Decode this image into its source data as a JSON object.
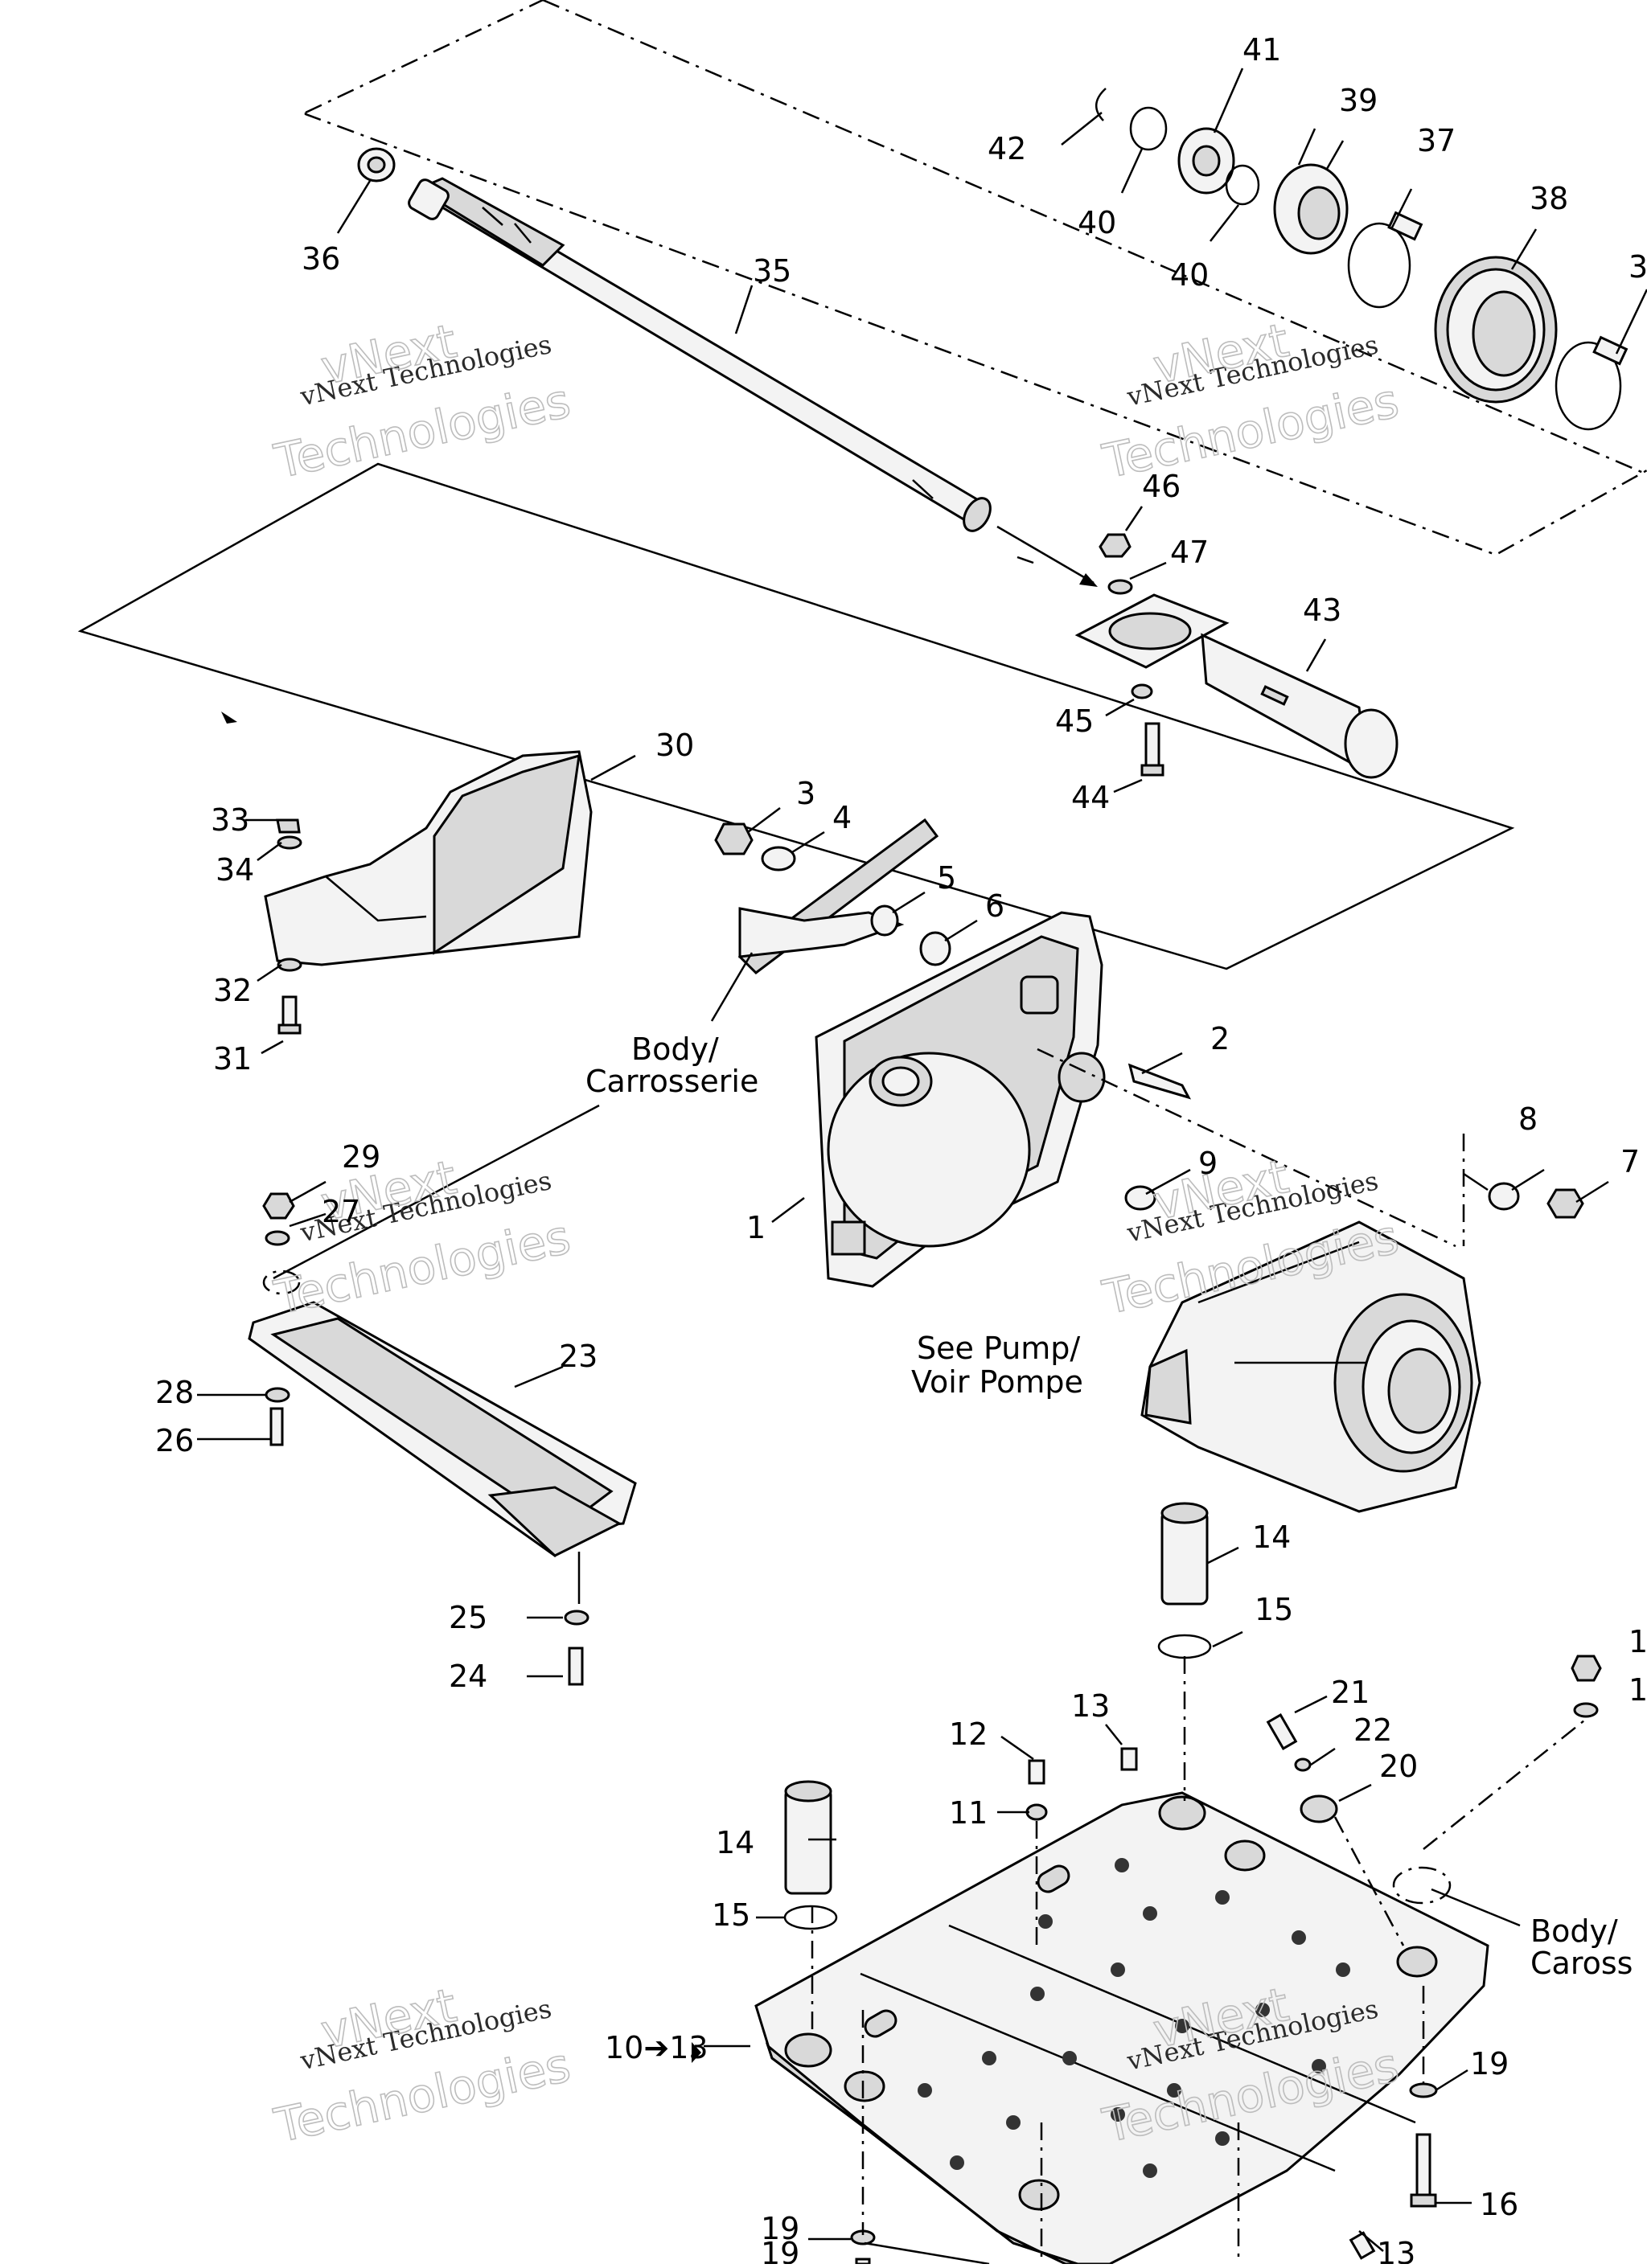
{
  "callouts": [
    {
      "id": "c1",
      "text": "1"
    },
    {
      "id": "c2",
      "text": "2"
    },
    {
      "id": "c3",
      "text": "3"
    },
    {
      "id": "c4",
      "text": "4"
    },
    {
      "id": "c5",
      "text": "5"
    },
    {
      "id": "c6",
      "text": "6"
    },
    {
      "id": "c7",
      "text": "7"
    },
    {
      "id": "c8",
      "text": "8"
    },
    {
      "id": "c9",
      "text": "9"
    },
    {
      "id": "c10to13",
      "text": "10➔13"
    },
    {
      "id": "c11",
      "text": "11"
    },
    {
      "id": "c12",
      "text": "12"
    },
    {
      "id": "c13a",
      "text": "13"
    },
    {
      "id": "c13b",
      "text": "13"
    },
    {
      "id": "c14a",
      "text": "14"
    },
    {
      "id": "c14b",
      "text": "14"
    },
    {
      "id": "c15a",
      "text": "15"
    },
    {
      "id": "c15b",
      "text": "15"
    },
    {
      "id": "c16",
      "text": "16"
    },
    {
      "id": "c17",
      "text": "1"
    },
    {
      "id": "c18",
      "text": "1"
    },
    {
      "id": "c19a",
      "text": "19"
    },
    {
      "id": "c19b",
      "text": "19"
    },
    {
      "id": "c19c",
      "text": "19"
    },
    {
      "id": "c20",
      "text": "20"
    },
    {
      "id": "c21",
      "text": "21"
    },
    {
      "id": "c22",
      "text": "22"
    },
    {
      "id": "c23",
      "text": "23"
    },
    {
      "id": "c24",
      "text": "24"
    },
    {
      "id": "c25",
      "text": "25"
    },
    {
      "id": "c26",
      "text": "26"
    },
    {
      "id": "c27",
      "text": "27"
    },
    {
      "id": "c28",
      "text": "28"
    },
    {
      "id": "c29",
      "text": "29"
    },
    {
      "id": "c30",
      "text": "30"
    },
    {
      "id": "c31",
      "text": "31"
    },
    {
      "id": "c32",
      "text": "32"
    },
    {
      "id": "c33",
      "text": "33"
    },
    {
      "id": "c34",
      "text": "34"
    },
    {
      "id": "c35",
      "text": "35"
    },
    {
      "id": "c36",
      "text": "36"
    },
    {
      "id": "c37",
      "text": "37"
    },
    {
      "id": "c37b",
      "text": "3"
    },
    {
      "id": "c38",
      "text": "38"
    },
    {
      "id": "c39",
      "text": "39"
    },
    {
      "id": "c40a",
      "text": "40"
    },
    {
      "id": "c40b",
      "text": "40"
    },
    {
      "id": "c41",
      "text": "41"
    },
    {
      "id": "c42",
      "text": "42"
    },
    {
      "id": "c43",
      "text": "43"
    },
    {
      "id": "c44",
      "text": "44"
    },
    {
      "id": "c45",
      "text": "45"
    },
    {
      "id": "c46",
      "text": "46"
    },
    {
      "id": "c47",
      "text": "47"
    }
  ],
  "notes": {
    "body_top_line1": "Body/",
    "body_top_line2": "Carrosserie",
    "pump_line1": "See Pump/",
    "pump_line2": "Voir Pompe",
    "body_bottom_line1": "Body/",
    "body_bottom_line2": "Caross"
  },
  "watermark": {
    "line_small": "vNext Technologies",
    "line_big_1": "vNext",
    "line_big_2": "Technologies"
  }
}
